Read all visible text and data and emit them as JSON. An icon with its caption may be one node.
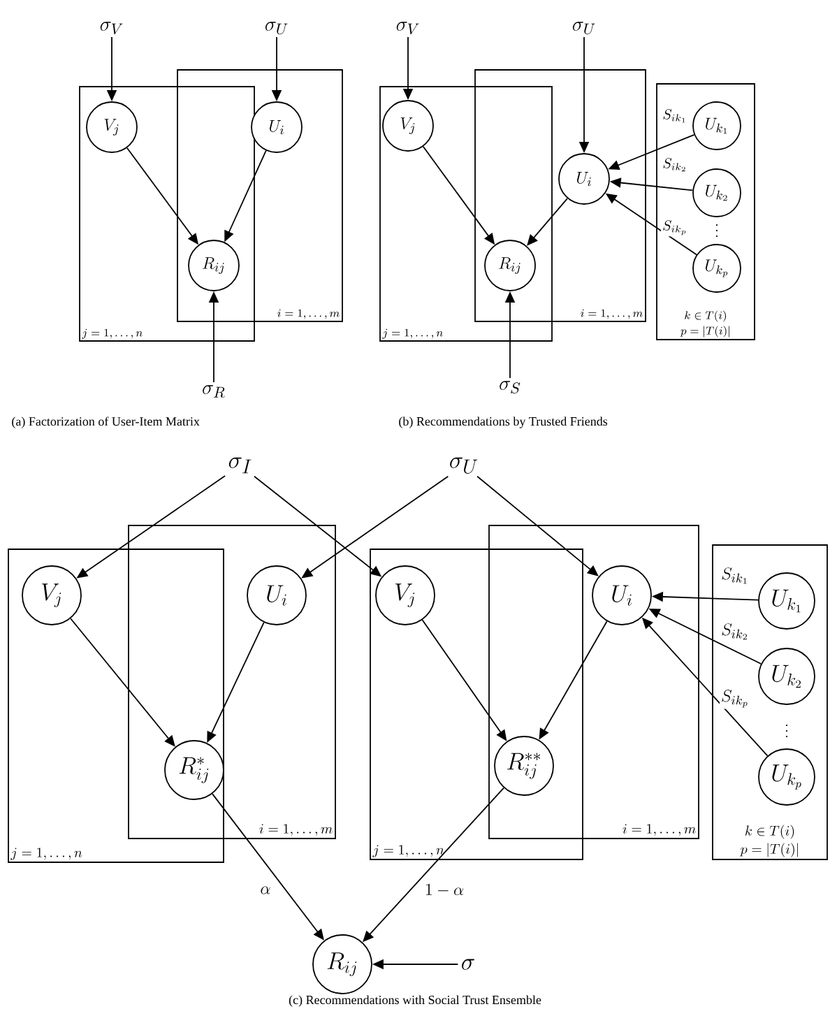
{
  "diagram": {
    "nodes": [
      {
        "text": [
          "\\sigma_V"
        ]
      },
      {
        "text": [
          "\\sigma_U"
        ]
      },
      {
        "text": [
          "j = 1, \\ldots, n"
        ]
      },
      {
        "text": [
          "i = 1, \\ldots, m"
        ]
      },
      {
        "text": [
          "V_j"
        ],
        "in": 2
      },
      {
        "text": [
          "U_i"
        ],
        "in": 3
      },
      {
        "text": [
          "R_{ij}"
        ]
      },
      {
        "text": [
          "\\sigma_R"
        ]
      },
      {
        "text": [
          "\\sigma_V"
        ]
      },
      {
        "text": [
          "\\sigma_U"
        ]
      },
      {
        "text": [
          "j = 1, \\ldots, n"
        ]
      },
      {
        "text": [
          "i = 1, \\ldots, m"
        ]
      },
      {
        "text": [
          "k \\in T(i)",
          "p = |T(i)|"
        ]
      },
      {
        "text": [
          "V_j"
        ],
        "in": 10
      },
      {
        "text": [
          "U_i"
        ],
        "in": 11
      },
      {
        "text": [
          "R_{ij}"
        ]
      },
      {
        "text": [
          "U_{k_1}"
        ],
        "in": 12
      },
      {
        "text": [
          "U_{k_2}"
        ],
        "in": 12
      },
      {
        "text": [
          "U_{k_p}"
        ],
        "in": 12
      },
      {
        "text": [
          "\\sigma_S"
        ]
      },
      {
        "text": [
          "\\sigma_I"
        ]
      },
      {
        "text": [
          "\\sigma_U"
        ]
      },
      {
        "text": [
          "j = 1, \\ldots, n"
        ]
      },
      {
        "text": [
          "i = 1, \\ldots, m"
        ]
      },
      {
        "text": [
          "j = 1, \\ldots, n"
        ]
      },
      {
        "text": [
          "i = 1, \\ldots, m"
        ]
      },
      {
        "text": [
          "k \\in T(i)",
          "p = |T(i)|"
        ]
      },
      {
        "text": [
          "V_j"
        ],
        "in": 22
      },
      {
        "text": [
          "U_i"
        ],
        "in": 23
      },
      {
        "text": [
          "R_{ij}^{*}"
        ]
      },
      {
        "text": [
          "V_j"
        ],
        "in": 24
      },
      {
        "text": [
          "U_i"
        ],
        "in": 25
      },
      {
        "text": [
          "R_{ij}^{**}"
        ]
      },
      {
        "text": [
          "U_{k_1}"
        ],
        "in": 26
      },
      {
        "text": [
          "U_{k_2}"
        ],
        "in": 26
      },
      {
        "text": [
          "U_{k_p}"
        ],
        "in": 26
      },
      {
        "text": [
          "R_{ij}"
        ]
      },
      {
        "text": [
          "\\sigma"
        ]
      }
    ],
    "edges": [
      {
        "from": 0,
        "to": 4,
        "arrow": "to"
      },
      {
        "from": 1,
        "to": 5,
        "arrow": "to"
      },
      {
        "from": 4,
        "to": 6,
        "arrow": "to"
      },
      {
        "from": 5,
        "to": 6,
        "arrow": "to"
      },
      {
        "from": 7,
        "to": 6,
        "arrow": "to"
      },
      {
        "from": 8,
        "to": 13,
        "arrow": "to"
      },
      {
        "from": 9,
        "to": 14,
        "arrow": "to"
      },
      {
        "from": 13,
        "to": 15,
        "arrow": "to"
      },
      {
        "from": 14,
        "to": 15,
        "arrow": "to"
      },
      {
        "from": 19,
        "to": 15,
        "arrow": "to"
      },
      {
        "from": 16,
        "to": 14,
        "arrow": "to",
        "label": "S_{ik_1}"
      },
      {
        "from": 17,
        "to": 14,
        "arrow": "to",
        "label": "S_{ik_2}"
      },
      {
        "from": 18,
        "to": 14,
        "arrow": "to",
        "label": "S_{ik_p}"
      },
      {
        "from": 20,
        "to": 27,
        "arrow": "to"
      },
      {
        "from": 20,
        "to": 30,
        "arrow": "to"
      },
      {
        "from": 21,
        "to": 28,
        "arrow": "to"
      },
      {
        "from": 21,
        "to": 31,
        "arrow": "to"
      },
      {
        "from": 27,
        "to": 29,
        "arrow": "to"
      },
      {
        "from": 28,
        "to": 29,
        "arrow": "to"
      },
      {
        "from": 30,
        "to": 32,
        "arrow": "to"
      },
      {
        "from": 31,
        "to": 32,
        "arrow": "to"
      },
      {
        "from": 33,
        "to": 31,
        "arrow": "to",
        "label": "S_{ik_1}"
      },
      {
        "from": 34,
        "to": 31,
        "arrow": "to",
        "label": "S_{ik_2}"
      },
      {
        "from": 35,
        "to": 31,
        "arrow": "to",
        "label": "S_{ik_p}"
      },
      {
        "from": 29,
        "to": 36,
        "arrow": "to",
        "label": "\\alpha"
      },
      {
        "from": 32,
        "to": 36,
        "arrow": "to",
        "label": "1-\\alpha"
      },
      {
        "from": 37,
        "to": 36,
        "arrow": "to"
      }
    ],
    "labels": [
      "\\vdots",
      "(a) Factorization of User-Item Matrix",
      "(b) Recommendations by Trusted Friends",
      "\\vdots",
      "(c) Recommendations with Social Trust Ensemble"
    ]
  }
}
